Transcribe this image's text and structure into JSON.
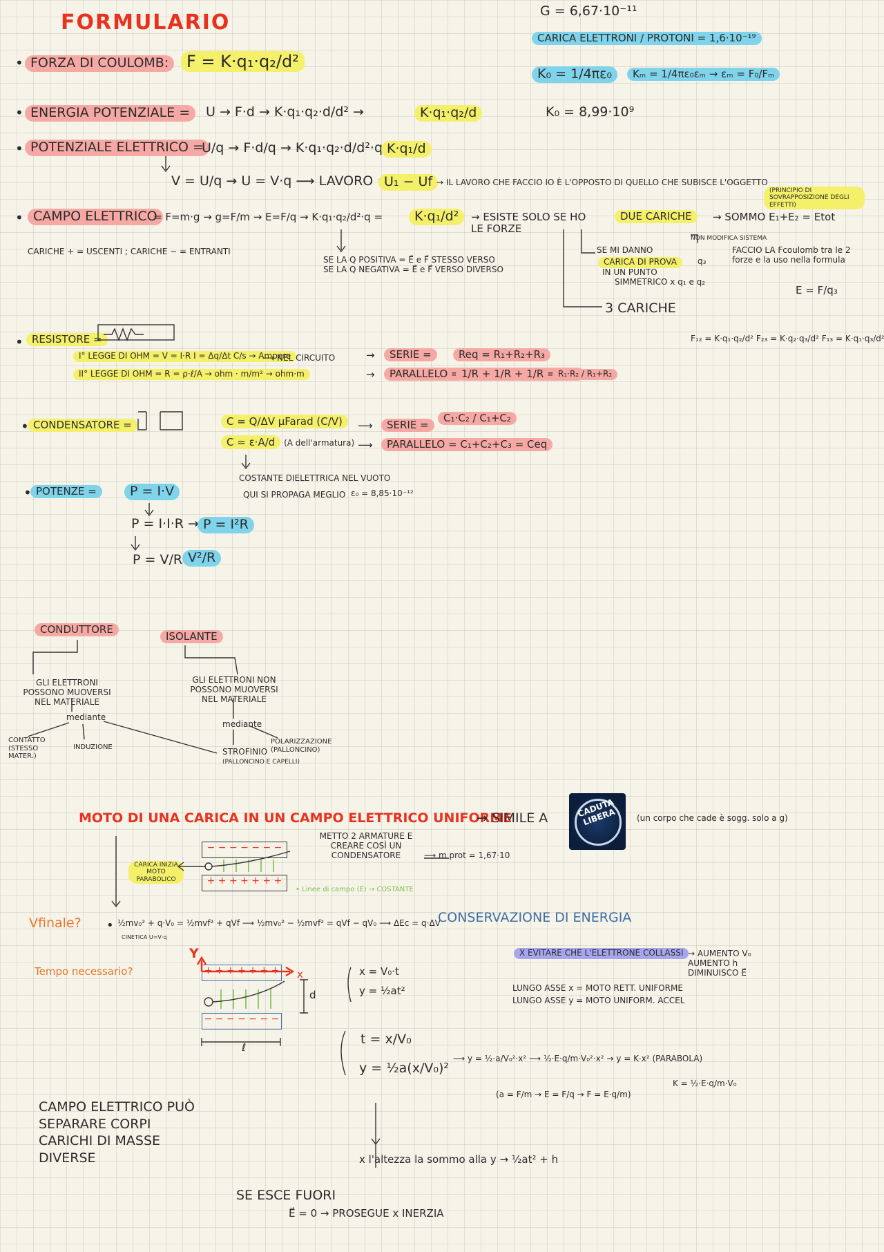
{
  "title": "FORMULARIO",
  "header_right": {
    "g_const": "G = 6,67·10⁻¹¹",
    "carica": "CARICA ELETTRONI / PROTONI = 1,6·10⁻¹⁹",
    "k0_formula": "K₀ = 1/4πε₀",
    "km_formula": "Kₘ = 1/4πε₀εₘ → εₘ = F₀/Fₘ",
    "k0_value": "K₀ = 8,99·10⁹"
  },
  "coulomb": {
    "label": "FORZA DI COULOMB:",
    "formula": "F = K·q₁·q₂/d²"
  },
  "energia": {
    "label": "ENERGIA POTENZIALE =",
    "chain": "U → F·d → K·q₁·q₂·d/d² →",
    "result": "K·q₁·q₂/d"
  },
  "potenziale": {
    "label": "POTENZIALE ELETTRICO =",
    "chain": "U/q → F·d/q → K·q₁·q₂·d/d²·q →",
    "result": "K·q₁/d",
    "v_line": "V = U/q → U = V·q ⟶ LAVORO =",
    "lavoro": "U₁ − Uf",
    "lavoro_note": "→ IL LAVORO CHE FACCIO IO È L'OPPOSTO DI QUELLO CHE SUBISCE L'OGGETTO"
  },
  "campo": {
    "label": "CAMPO ELETTRICO",
    "chain": "= F=m·g → g=F/m → E=F/q → K·q₁·q₂/d²·q =",
    "result": "K·q₁/d²",
    "esiste": "→ ESISTE SOLO SE HO LE FORZE",
    "due": "DUE CARICHE",
    "sommo": "→ SOMMO E₁+E₂ = Etot",
    "principio": "(PRINCIPIO DI SOVRAPPOSIZIONE DEGLI EFFETTI)",
    "cariche": "CARICHE + = USCENTI ; CARICHE − = ENTRANTI",
    "se_pos": "SE LA Q POSITIVA = E⃗ e F⃗ STESSO VERSO",
    "se_neg": "SE LA Q NEGATIVA = E⃗ e F⃗ VERSO DIVERSO",
    "non_mod": "NON MODIFICA SISTEMA",
    "prova_1": "SE MI DANNO",
    "prova_2": "CARICA DI PROVA",
    "prova_3": "q₃",
    "prova_4": "IN UN PUNTO",
    "prova_5": "SIMMETRICO x q₁ e q₂",
    "faccio": "FACCIO LA Fcoulomb tra le 2 forze e la uso nella formula",
    "e_f_q3": "E = F/q₃",
    "tre": "3 CARICHE",
    "tre_f": "F₁₂ = K·q₁·q₂/d²   F₂₃ = K·q₂·q₃/d²   F₁₃ = K·q₁·q₃/d²"
  },
  "resistore": {
    "label": "RESISTORE =",
    "legge1": "I° LEGGE DI OHM = V = I·R    I = Δq/Δt  C/s → Ampere",
    "nel": "⟶ NEL CIRCUITO",
    "legge2": "II° LEGGE DI OHM = R = ρ·ℓ/A → ohm · m/m² → ohm·m",
    "serie_label": "SERIE =",
    "serie": "Req = R₁+R₂+R₃",
    "parallelo_label": "PARALLELO =",
    "parallelo": "1/R + 1/R + 1/R = Req",
    "parallelo2": "R₁·R₂ / R₁+R₂"
  },
  "condensatore": {
    "label": "CONDENSATORE =",
    "c1": "C = Q/ΔV  μFarad (C/V)",
    "c2": "C = ε·A/d",
    "c2_note": "(A dell'armatura)",
    "costante": "COSTANTE DIELETTRICA NEL VUOTO",
    "propaga": "QUI SI PROPAGA MEGLIO",
    "eps": "ε₀ = 8,85·10⁻¹²",
    "serie_label": "SERIE =",
    "serie": "C₁·C₂ / C₁+C₂",
    "parallelo": "PARALLELO = C₁+C₂+C₃ = Ceq"
  },
  "potenze": {
    "label": "POTENZE =",
    "p1": "P = I·V",
    "p2": "P = I·I·R →",
    "p2b": "P = I²R",
    "p3": "P = V/R ·V →",
    "p3b": "V²/R"
  },
  "conduttore": {
    "label": "CONDUTTORE",
    "desc": "GLI ELETTRONI POSSONO MUOVERSI NEL MATERIALE",
    "mediante": "mediante",
    "contatto": "CONTATTO (STESSO MATER.)",
    "induzione": "INDUZIONE"
  },
  "isolante": {
    "label": "ISOLANTE",
    "desc": "GLI ELETTRONI NON POSSONO MUOVERSI NEL MATERIALE",
    "mediante": "mediante",
    "strofinio": "STROFINIO",
    "strofinio_note": "(PALLONCINO E CAPELLI)",
    "polarizzazione": "POLARIZZAZIONE (PALLONCINO)"
  },
  "moto": {
    "title": "MOTO DI UNA CARICA IN UN CAMPO ELETTRICO UNIFORME",
    "simile": "→ SIMILE A",
    "logo_text": "CADUTA LIBERA",
    "corpo": "(un corpo che cade è sogg. solo a g)",
    "metto": "METTO 2 ARMATURE E CREARE COSÌ UN CONDENSATORE",
    "mprot": "⟶ m prot = 1,67·10",
    "carica_moto": "CARICA INIZIA MOTO PARABOLICO",
    "plate_minus": "− − − − − − −",
    "plate_plus": "+ + + + + + +",
    "linee": "• Linee di campo (E) → COSTANTE",
    "vfinale": "Vfinale?",
    "energia_eq": "½mv₀² + q·V₀ = ½mvf² + qVf ⟶ ½mv₀² − ½mvf² = qVf − qV₀ ⟶ ΔEc = q·ΔV",
    "cinetica": "CINETICA   U=V·q",
    "conservazione": "CONSERVAZIONE DI ENERGIA",
    "tempo": "Tempo necessario?",
    "evitare": "X EVITARE CHE L'ELETTRONE COLLASSI",
    "aumento": "→ AUMENTO V₀  AUMENTO h  DIMINUISCO E⃗",
    "xeq": "x = V₀·t",
    "yeq": "y = ½at²",
    "asse_x": "LUNGO ASSE x = MOTO RETT. UNIFORME",
    "asse_y": "LUNGO ASSE y = MOTO UNIFORM. ACCEL",
    "teq": "t = x/V₀",
    "yeq2": "y = ½a(x/V₀)²",
    "chain": "⟶ y = ½·a/V₀²·x² ⟶ ½·E·q/m·V₀²·x² → y = K·x² (PARABOLA)",
    "a_eq": "(a = F/m → E = F/q → F = E·q/m)",
    "k_eq": "K = ½·E·q/m·V₀",
    "campo_sep": "CAMPO ELETTRICO PUÒ SEPARARE CORPI CARICHI DI MASSE DIVERSE",
    "altezza": "x l'altezza la sommo alla y → ½at² + h",
    "se_esce": "SE ESCE FUORI",
    "prosegue": "E⃗ = 0 → PROSEGUE x INERZIA",
    "label_y": "Y",
    "label_x": "x",
    "label_d": "d",
    "label_l": "ℓ"
  }
}
